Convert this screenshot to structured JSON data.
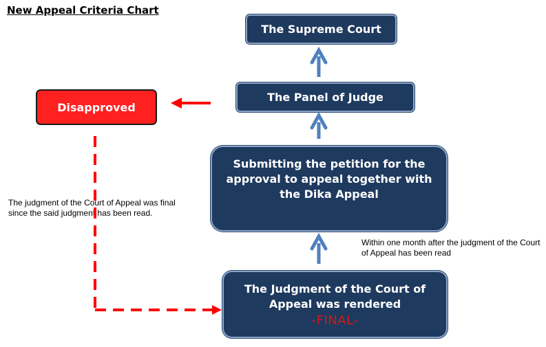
{
  "title": "New Appeal Criteria Chart",
  "boxes": {
    "supreme_court": "The Supreme Court",
    "panel_of_judge": "The Panel of Judge",
    "petition": "Submitting the petition for the approval to appeal together with the Dika Appeal",
    "judgment": "The Judgment of the Court of Appeal was rendered",
    "final": "-FINAL-",
    "disapproved": "Disapproved"
  },
  "notes": {
    "left": "The judgment of the Court of Appeal was final since the said judgment has been read.",
    "right": "Within one month after the judgment of the Court of Appeal has been read"
  },
  "colors": {
    "box_fill": "#1f3a5f",
    "box_border": "#8ea6c6",
    "arrow_blue": "#4f81bd",
    "disapproved_fill": "#ff2020",
    "dashed_red": "#ff0000",
    "final_text": "#cc1b1b"
  }
}
